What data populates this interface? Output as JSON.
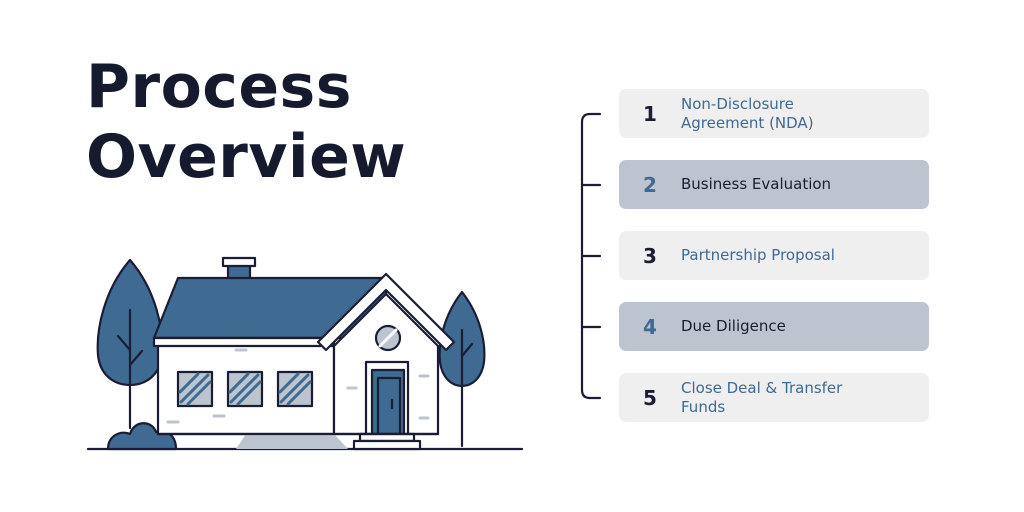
{
  "title": {
    "line1": "Process",
    "line2": "Overview"
  },
  "steps": [
    {
      "number": "1",
      "label": "Non-Disclosure Agreement (NDA)"
    },
    {
      "number": "2",
      "label": "Business Evaluation"
    },
    {
      "number": "3",
      "label": "Partnership Proposal"
    },
    {
      "number": "4",
      "label": "Due Diligence"
    },
    {
      "number": "5",
      "label": "Close Deal & Transfer Funds"
    }
  ],
  "colors": {
    "navy": "#161a2e",
    "blue": "#3f6a92",
    "light_step": "#efefef",
    "dark_step": "#bcc5cf"
  },
  "illustration": "house-with-trees-icon"
}
